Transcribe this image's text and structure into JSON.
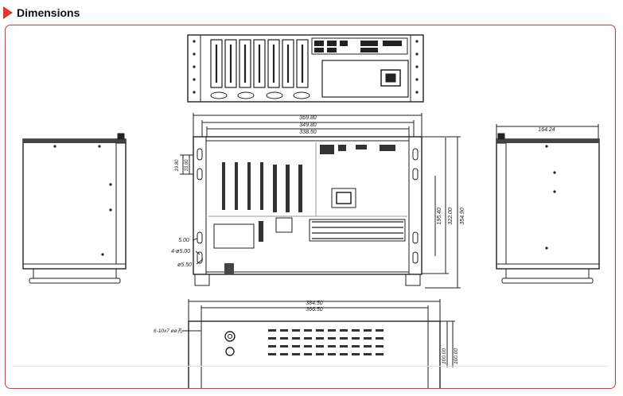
{
  "header": {
    "title": "Dimensions",
    "accent_color": "#e0382d",
    "icon": "play-triangle-icon"
  },
  "views": {
    "top": {
      "name": "top-view"
    },
    "front": {
      "dims": {
        "w1": "369.80",
        "w2": "349.80",
        "w3": "338.50",
        "h1": "195.40",
        "h2": "322.00",
        "h3": "354.90",
        "l1": "19.80",
        "l2": "33.60",
        "d1": "5.00",
        "d2": "4-ø5.00",
        "d3": "ø5.50"
      }
    },
    "left": {
      "name": "left-side-view"
    },
    "right": {
      "dims": {
        "depth": "164.24"
      }
    },
    "bottom": {
      "dims": {
        "w1": "384.50",
        "w2": "366.50",
        "holes": "6-10x7 øø孔",
        "v1": "100.00",
        "v2": "100.00"
      }
    }
  }
}
